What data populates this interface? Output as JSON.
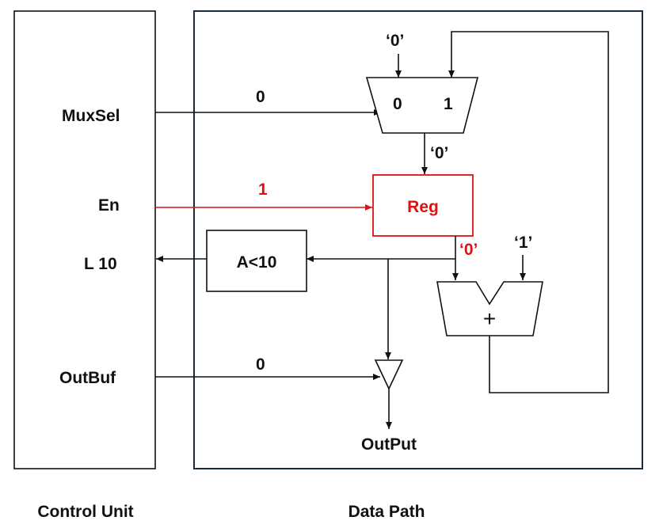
{
  "control_unit": {
    "title": "Control Unit",
    "signals": {
      "muxsel": "MuxSel",
      "en": "En",
      "l10": "L 10",
      "outbuf": "OutBuf"
    }
  },
  "data_path": {
    "title": "Data Path",
    "mux": {
      "const_input": "‘0’",
      "in0": "0",
      "in1": "1",
      "output_value": "‘0’"
    },
    "register": {
      "label": "Reg",
      "output_value": "‘0’"
    },
    "comparator": {
      "label": "A<10"
    },
    "adder": {
      "label": "+",
      "const_input": "‘1’"
    },
    "output": {
      "label": "OutPut"
    }
  },
  "signal_values": {
    "muxsel": "0",
    "en": "1",
    "outbuf": "0"
  },
  "colors": {
    "active": "#e01010",
    "wire": "#111111",
    "border": "#1a2a3a"
  }
}
